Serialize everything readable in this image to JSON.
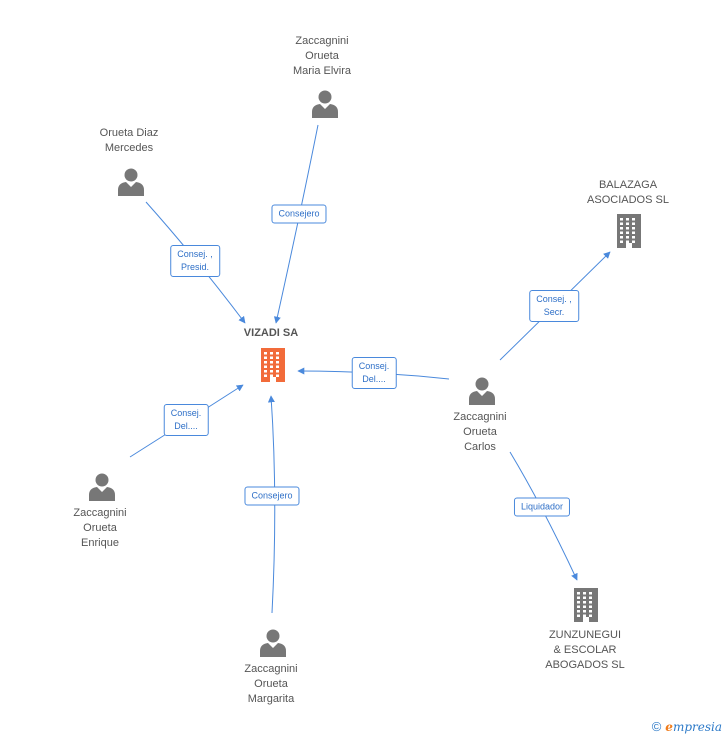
{
  "diagram": {
    "nodes": [
      {
        "id": "maria",
        "kind": "person",
        "lines": [
          "Zaccagnini",
          "Orueta",
          "Maria Elvira"
        ]
      },
      {
        "id": "mercedes",
        "kind": "person",
        "lines": [
          "Orueta Diaz",
          "Mercedes"
        ]
      },
      {
        "id": "balazaga",
        "kind": "company",
        "lines": [
          "BALAZAGA",
          "ASOCIADOS  SL"
        ]
      },
      {
        "id": "vizadi",
        "kind": "company-main",
        "lines": [
          "VIZADI SA"
        ]
      },
      {
        "id": "carlos",
        "kind": "person",
        "lines": [
          "Zaccagnini",
          "Orueta",
          "Carlos"
        ]
      },
      {
        "id": "enrique",
        "kind": "person",
        "lines": [
          "Zaccagnini",
          "Orueta",
          "Enrique"
        ]
      },
      {
        "id": "margarita",
        "kind": "person",
        "lines": [
          "Zaccagnini",
          "Orueta",
          "Margarita"
        ]
      },
      {
        "id": "zunzunegui",
        "kind": "company",
        "lines": [
          "ZUNZUNEGUI",
          "& ESCOLAR",
          "ABOGADOS SL"
        ]
      }
    ],
    "edges": [
      {
        "from": "maria",
        "to": "vizadi",
        "label": "Consejero"
      },
      {
        "from": "mercedes",
        "to": "vizadi",
        "label": "Consej. ,\nPresid."
      },
      {
        "from": "carlos",
        "to": "vizadi",
        "label": "Consej.\nDel...."
      },
      {
        "from": "carlos",
        "to": "balazaga",
        "label": "Consej. ,\nSecr."
      },
      {
        "from": "enrique",
        "to": "vizadi",
        "label": "Consej.\nDel...."
      },
      {
        "from": "margarita",
        "to": "vizadi",
        "label": "Consejero"
      },
      {
        "from": "carlos",
        "to": "zunzunegui",
        "label": "Liquidador"
      }
    ]
  },
  "colors": {
    "edge": "#4a89dc",
    "person_icon": "#777777",
    "company_icon": "#777777",
    "main_company_icon": "#f26b3a"
  },
  "brand": {
    "copyright": "©",
    "e": "e",
    "rest": "mpresia"
  }
}
